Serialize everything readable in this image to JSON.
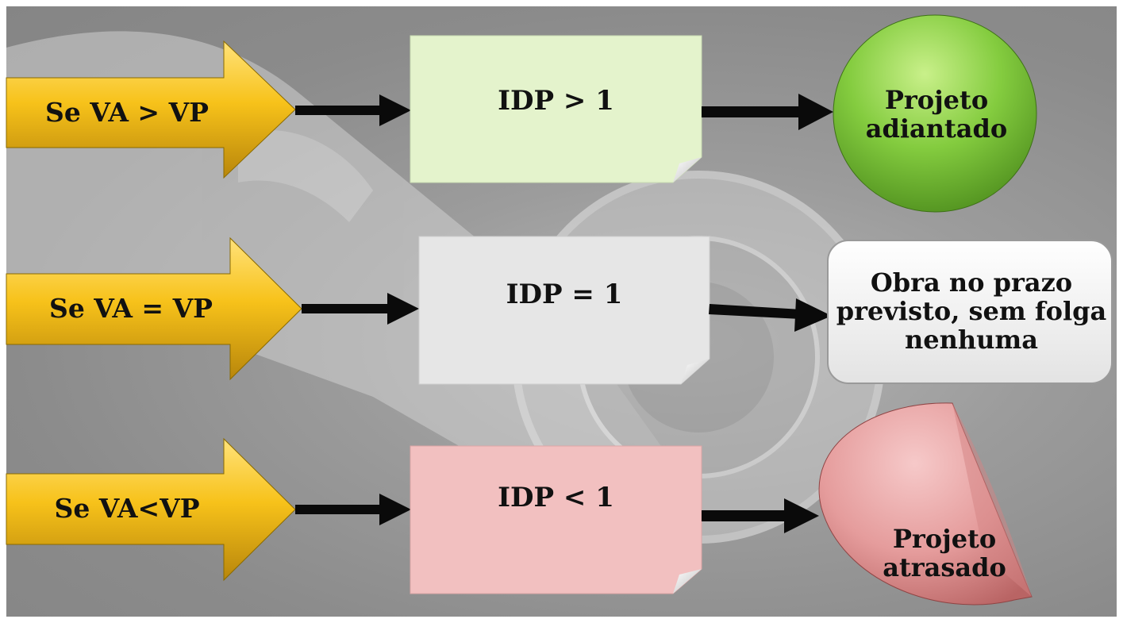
{
  "conditions": [
    {
      "label": "Se VA > VP"
    },
    {
      "label": "Se VA  = VP"
    },
    {
      "label": "Se VA<VP"
    }
  ],
  "indices": [
    {
      "label": "IDP > 1",
      "color": "#e4f3cc"
    },
    {
      "label": "IDP = 1",
      "color": "#e6e6e6"
    },
    {
      "label": "IDP < 1",
      "color": "#f2c0c0"
    }
  ],
  "outcomes": [
    {
      "label": "Projeto adiantado",
      "color": "#7cc63c"
    },
    {
      "label": "Obra no prazo previsto, sem folga nenhuma",
      "color": "#f2f2f2"
    },
    {
      "label": "Projeto atrasado",
      "color": "#e39a9a"
    }
  ],
  "colors": {
    "condition_arrow": "#f7c21a",
    "connector": "#0a0a0a",
    "background": "#8e8e8e"
  },
  "background_image": "wrench-and-watch-photo"
}
